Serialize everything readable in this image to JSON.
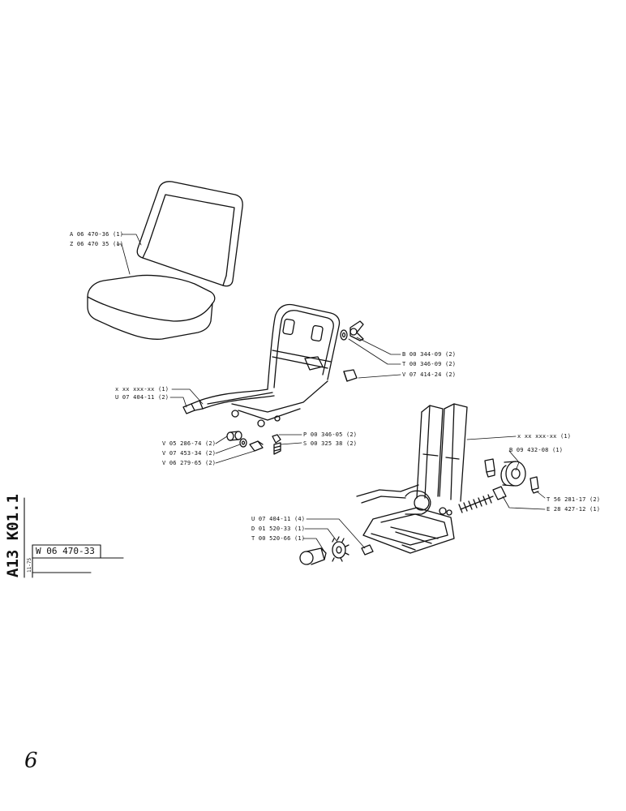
{
  "sheet": {
    "code": "A13 K01.1",
    "date": "11-75",
    "drawing_number": "W 06 470-33",
    "page_mark": "6"
  },
  "callouts": [
    {
      "id": "seat-back",
      "text": "A 06 470-36 (1)"
    },
    {
      "id": "seat-cushion",
      "text": "Z 06 470  35 (1)"
    },
    {
      "id": "wing-nut",
      "text": "B 00 344-09 (2)"
    },
    {
      "id": "washer",
      "text": "T 00 346-09 (2)"
    },
    {
      "id": "rubber-block",
      "text": "V 07 414-24 (2)"
    },
    {
      "id": "frame",
      "text": "x xx xxx-xx (1)"
    },
    {
      "id": "frame-cap",
      "text": "U 07 404-11 (2)"
    },
    {
      "id": "pin",
      "text": "P 00 346-05 (2)"
    },
    {
      "id": "screw",
      "text": "S 00 325  38 (2)"
    },
    {
      "id": "spacer",
      "text": "V 05 286-74 (2)"
    },
    {
      "id": "bushing",
      "text": "V 07 453-34 (2)"
    },
    {
      "id": "bolt",
      "text": "V 06 279-65 (2)"
    },
    {
      "id": "suspension",
      "text": "x xx xxx-xx (1)"
    },
    {
      "id": "adjuster",
      "text": "B 09 432-08 (1)"
    },
    {
      "id": "clip",
      "text": "T 56 281-17 (2)"
    },
    {
      "id": "spring",
      "text": "E 28 427-12 (1)"
    },
    {
      "id": "base-cap",
      "text": "U 07 404-11 (4)"
    },
    {
      "id": "gear",
      "text": "D 01 520-33 (1)"
    },
    {
      "id": "knob",
      "text": "T 00 520-66 (1)"
    }
  ]
}
